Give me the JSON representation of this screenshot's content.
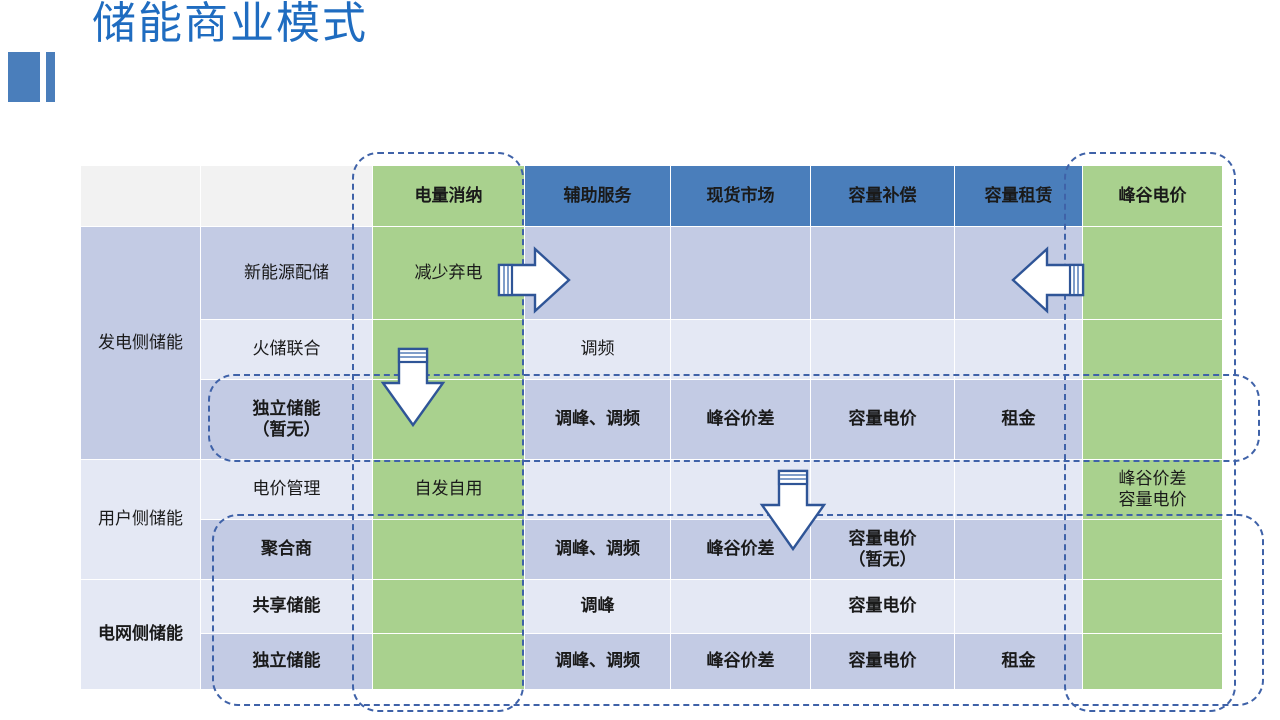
{
  "title": "储能商业模式",
  "table": {
    "headers": [
      "",
      "",
      "电量消纳",
      "辅助服务",
      "现货市场",
      "容量补偿",
      "容量租赁",
      "峰谷电价"
    ],
    "header_styles": [
      "blank",
      "blank",
      "green",
      "blue",
      "blue",
      "blue",
      "blue",
      "green"
    ],
    "groups": [
      {
        "label": "发电侧储能",
        "rowspan": 3
      },
      {
        "label": "用户侧储能",
        "rowspan": 2
      },
      {
        "label": "电网侧储能",
        "rowspan": 2
      }
    ],
    "rows": [
      {
        "group": "发电侧储能",
        "scenario": "新能源配储",
        "scenario_bold": false,
        "cells": [
          "减少弃电",
          "",
          "",
          "",
          "",
          ""
        ]
      },
      {
        "group": "发电侧储能",
        "scenario": "火储联合",
        "scenario_bold": false,
        "cells": [
          "",
          "调频",
          "",
          "",
          "",
          ""
        ]
      },
      {
        "group": "发电侧储能",
        "scenario": "独立储能\n（暂无）",
        "scenario_bold": true,
        "cells": [
          "",
          "调峰、调频",
          "峰谷价差",
          "容量电价",
          "租金",
          ""
        ]
      },
      {
        "group": "用户侧储能",
        "scenario": "电价管理",
        "scenario_bold": false,
        "cells": [
          "自发自用",
          "",
          "",
          "",
          "",
          "峰谷价差\n容量电价"
        ]
      },
      {
        "group": "用户侧储能",
        "scenario": "聚合商",
        "scenario_bold": true,
        "cells": [
          "",
          "调峰、调频",
          "峰谷价差",
          "容量电价\n（暂无）",
          "",
          ""
        ]
      },
      {
        "group": "电网侧储能",
        "scenario": "共享储能",
        "scenario_bold": true,
        "cells": [
          "",
          "调峰",
          "",
          "容量电价",
          "",
          ""
        ]
      },
      {
        "group": "电网侧储能",
        "scenario": "独立储能",
        "scenario_bold": true,
        "cells": [
          "",
          "调峰、调频",
          "峰谷价差",
          "容量电价",
          "租金",
          ""
        ]
      }
    ]
  },
  "annotations": {
    "arrows": [
      {
        "name": "arrow-right-energy-to-ancillary",
        "direction": "right"
      },
      {
        "name": "arrow-left-peakvalley-to-capacity",
        "direction": "left"
      },
      {
        "name": "arrow-down-energy-column",
        "direction": "down"
      },
      {
        "name": "arrow-down-spot-to-capacity",
        "direction": "down"
      }
    ],
    "callouts": [
      {
        "name": "callout-independent-storage-row"
      },
      {
        "name": "callout-lower-rows"
      },
      {
        "name": "callout-energy-column"
      },
      {
        "name": "callout-peakvalley-column"
      }
    ]
  },
  "colors": {
    "accent_blue": "#4a7ebb",
    "title_blue": "#1f6cc0",
    "green": "#a9d18e",
    "lavender_dark": "#c3cbe4",
    "lavender_light": "#e4e8f4",
    "dash_blue": "#3f62a8"
  }
}
